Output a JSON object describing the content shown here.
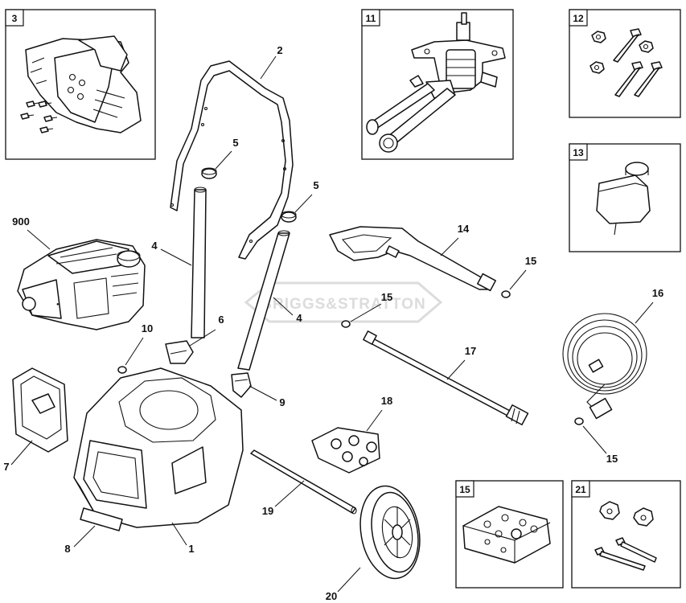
{
  "watermark": "BRIGGS&STRATTON",
  "callouts": {
    "handle": "2",
    "cap_left": "5",
    "cap_right": "5",
    "tube_left": "4",
    "tube_right": "4",
    "engine": "900",
    "bracket_6": "6",
    "bracket_9": "9",
    "oring_10": "10",
    "panel": "7",
    "base": "1",
    "grip": "8",
    "axle": "19",
    "wheel": "20",
    "gun": "14",
    "oring_gun": "15",
    "oring_wand": "15",
    "oring_hose": "15",
    "wand": "17",
    "nozzles": "18",
    "hose": "16"
  },
  "boxes": {
    "engine_cover": "3",
    "pump": "11",
    "hardware": "12",
    "soap_tank": "13",
    "nozzle_holder": "15",
    "knobs": "21"
  }
}
